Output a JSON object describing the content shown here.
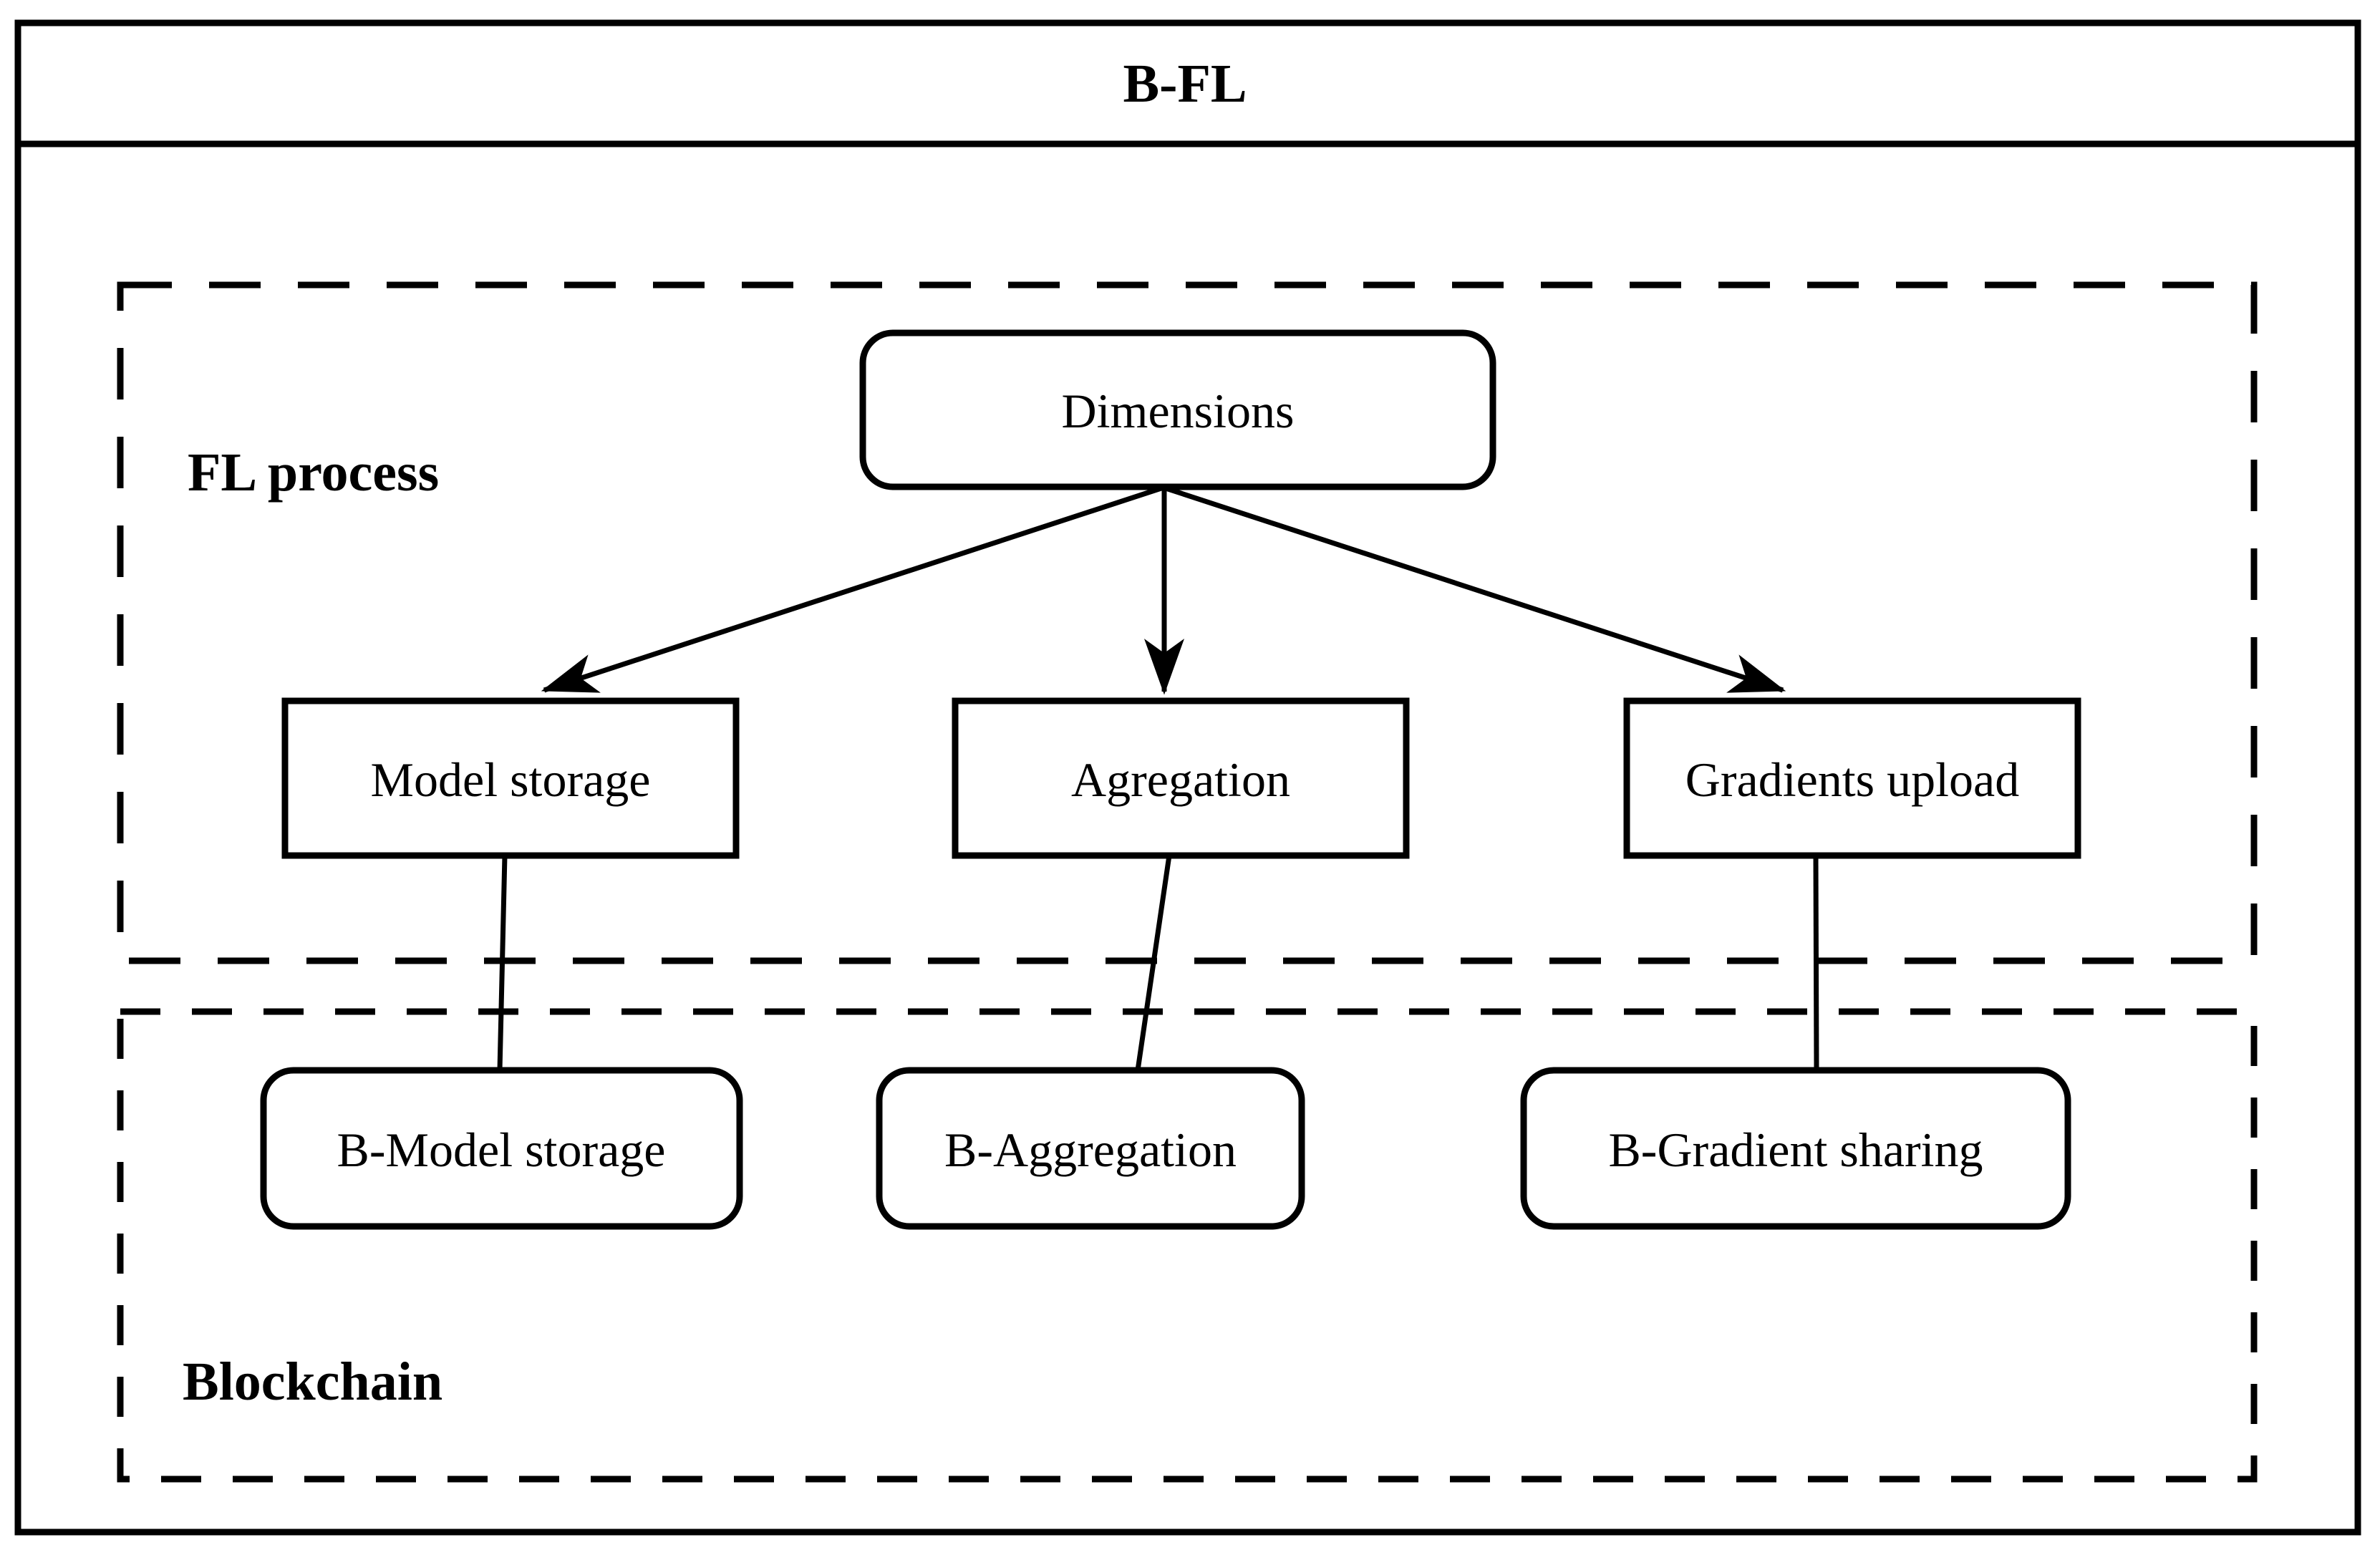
{
  "diagram": {
    "title": "B-FL",
    "groups": {
      "fl_process": {
        "label": "FL process"
      },
      "blockchain": {
        "label": "Blockchain"
      }
    },
    "nodes": {
      "dimensions": {
        "label": "Dimensions",
        "shape": "rounded"
      },
      "model_storage": {
        "label": "Model storage",
        "shape": "rect"
      },
      "aggregation": {
        "label": "Agregation",
        "shape": "rect"
      },
      "gradients_upload": {
        "label": "Gradients upload",
        "shape": "rect"
      },
      "b_model_storage": {
        "label": "B-Model storage",
        "shape": "rounded"
      },
      "b_aggregation": {
        "label": "B-Aggregation",
        "shape": "rounded"
      },
      "b_gradient_sharing": {
        "label": "B-Gradient sharing",
        "shape": "rounded"
      }
    },
    "edges": [
      {
        "from": "dimensions",
        "to": "model_storage",
        "type": "arrow"
      },
      {
        "from": "dimensions",
        "to": "aggregation",
        "type": "arrow"
      },
      {
        "from": "dimensions",
        "to": "gradients_upload",
        "type": "arrow"
      },
      {
        "from": "model_storage",
        "to": "b_model_storage",
        "type": "line"
      },
      {
        "from": "aggregation",
        "to": "b_aggregation",
        "type": "line"
      },
      {
        "from": "gradients_upload",
        "to": "b_gradient_sharing",
        "type": "line"
      }
    ],
    "colors": {
      "line": "#000000",
      "background": "#ffffff"
    }
  }
}
